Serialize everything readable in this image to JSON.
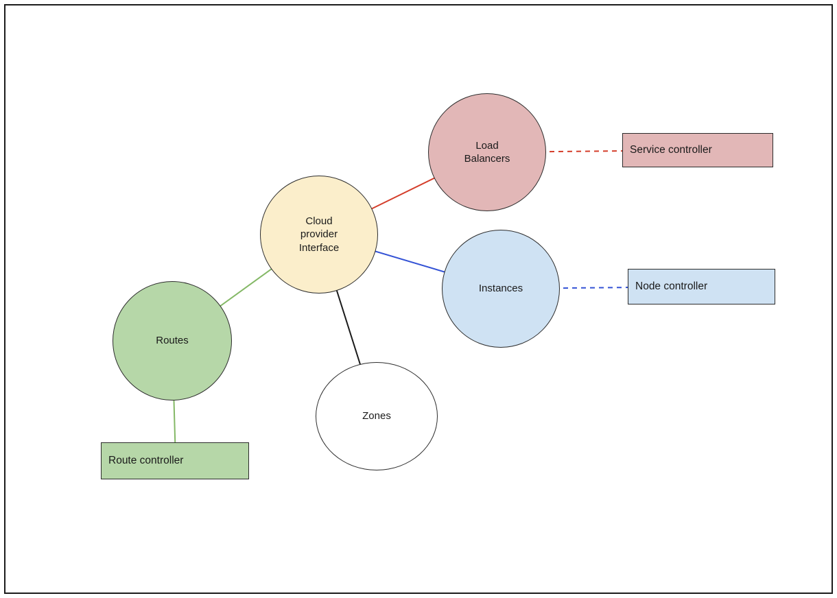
{
  "diagram": {
    "kind": "cloud-provider-interface-architecture",
    "nodes": {
      "cloud_provider_interface": {
        "label": "Cloud provider Interface",
        "shape": "circle",
        "fill": "#fbeecb"
      },
      "load_balancers": {
        "label": "Load Balancers",
        "shape": "circle",
        "fill": "#e2b7b7"
      },
      "instances": {
        "label": "Instances",
        "shape": "circle",
        "fill": "#cfe2f3"
      },
      "routes": {
        "label": "Routes",
        "shape": "circle",
        "fill": "#b6d7a8"
      },
      "zones": {
        "label": "Zones",
        "shape": "ellipse",
        "fill": "#ffffff"
      },
      "service_controller": {
        "label": "Service controller",
        "shape": "rect",
        "fill": "#e2b7b7"
      },
      "node_controller": {
        "label": "Node controller",
        "shape": "rect",
        "fill": "#cfe2f3"
      },
      "route_controller": {
        "label": "Route controller",
        "shape": "rect",
        "fill": "#b6d7a8"
      }
    },
    "edges": [
      {
        "from": "cloud_provider_interface",
        "to": "load_balancers",
        "style": "solid",
        "color": "#d43d2a"
      },
      {
        "from": "load_balancers",
        "to": "service_controller",
        "style": "dashed",
        "color": "#d43d2a"
      },
      {
        "from": "cloud_provider_interface",
        "to": "instances",
        "style": "solid",
        "color": "#3352d5"
      },
      {
        "from": "instances",
        "to": "node_controller",
        "style": "dashed",
        "color": "#3352d5"
      },
      {
        "from": "cloud_provider_interface",
        "to": "routes",
        "style": "solid",
        "color": "#84b866"
      },
      {
        "from": "routes",
        "to": "route_controller",
        "style": "solid",
        "color": "#84b866"
      },
      {
        "from": "cloud_provider_interface",
        "to": "zones",
        "style": "solid",
        "color": "#1a1a1a"
      }
    ],
    "colors": {
      "page_border": "#1b1b1b",
      "shape_border": "#2b2b2b",
      "red_edge": "#d43d2a",
      "blue_edge": "#3352d5",
      "green_edge": "#84b866",
      "black_edge": "#1a1a1a"
    }
  }
}
